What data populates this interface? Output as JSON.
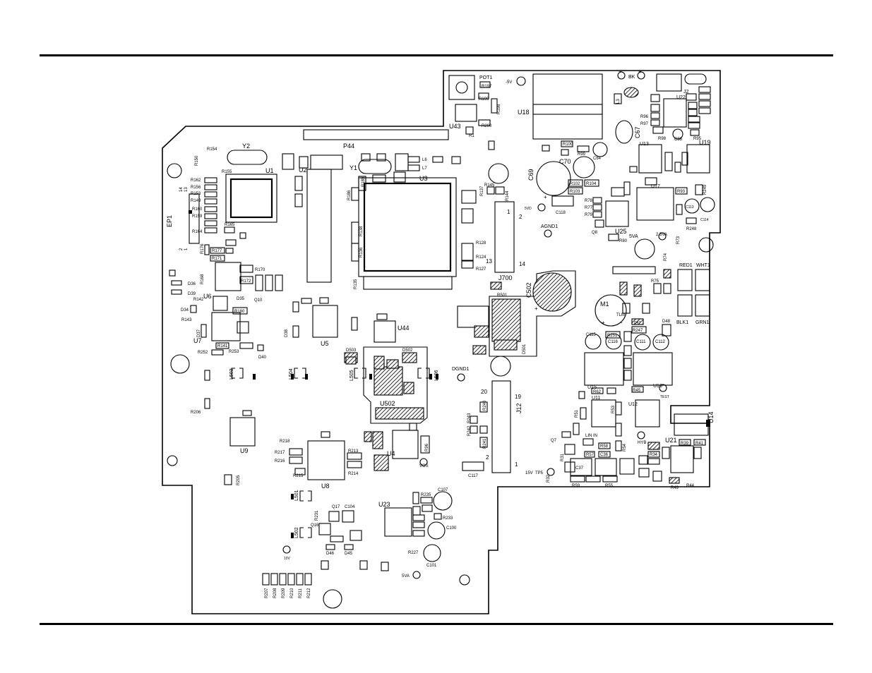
{
  "diagram": {
    "labels": {
      "u1": "U1",
      "u2": "U2",
      "u3": "U3",
      "u4": "U4",
      "u5": "U5",
      "u6": "U6",
      "u7": "U7",
      "u8": "U8",
      "u9": "U9",
      "u11": "U11",
      "u12": "U12",
      "u13": "U13",
      "u14": "U14",
      "u15": "U15",
      "u16": "U16",
      "u17": "U17",
      "u18": "U18",
      "u19": "U19",
      "u21": "U21",
      "u22": "U22",
      "u23": "U23",
      "u25": "U25",
      "u43": "U43",
      "u44": "U44",
      "u502": "U502",
      "y1": "Y1",
      "y2": "Y2",
      "p44": "P44",
      "pot1": "POT1",
      "j2": "J2",
      "j12": "J12",
      "j700": "J700",
      "ep1": "EP1",
      "c69": "C69",
      "c70": "C70",
      "c67": "C67",
      "c502": "C502",
      "agnd1": "AGND1",
      "dgnd1": "DGND1",
      "m1": "M1",
      "red1": "RED1",
      "wht1": "WHT1",
      "blk1": "BLK1",
      "grn1": "GRN1",
      "bk": "BK",
      "minus5v": "-5V",
      "v5va": "5VA",
      "v2_5va": "2.5VA",
      "v5vd": "5VD",
      "v15v": "15V",
      "tp5": "TP5",
      "v10v": "10V",
      "v5va_b": "5VA",
      "vos": "VOS",
      "hyb": "HYB",
      "lin_in": "LIN IN",
      "test": "TEST",
      "tlm": "TLM",
      "l501": "L501",
      "l502": "L502",
      "l503": "L503",
      "l504": "L504",
      "l505": "L505",
      "l506": "L506",
      "l3": "L3",
      "l6": "L6",
      "l7": "L7",
      "c118": "C118",
      "c113": "C113",
      "c114": "C114",
      "c117": "C117",
      "c107": "C107",
      "c100": "C100",
      "c101": "C101",
      "c104": "C104",
      "c115": "C115",
      "c116": "C116",
      "c111": "C111",
      "c112": "C112",
      "c37": "C37",
      "c36": "C36",
      "c64": "C64",
      "c58": "C58",
      "q7": "Q7",
      "q8": "Q8",
      "q10": "Q10",
      "q16": "Q16",
      "q17": "Q17",
      "d34": "D34",
      "d35": "D35",
      "d36": "D36",
      "d37": "D37",
      "d38": "D38",
      "d39": "D39",
      "d40": "D40",
      "d45": "D45",
      "d46": "D46",
      "d47": "D47",
      "d48": "D48",
      "d501": "D501",
      "d502": "D502",
      "d503": "D503",
      "r1": "R1",
      "r150": "R150",
      "r154": "R154",
      "r155": "R155",
      "r162": "R162",
      "r156": "R156",
      "r153": "R153",
      "r149": "R149",
      "r160": "R160",
      "r159": "R159",
      "r164": "R164",
      "r165": "R165",
      "r176": "R176",
      "r177": "R177",
      "r171": "R171",
      "r170": "R170",
      "r172": "R172",
      "r168": "R168",
      "r142": "R142",
      "r143": "R143",
      "r180": "R180",
      "r141": "R141",
      "r252": "R252",
      "r253": "R253",
      "r206": "R206",
      "r205": "R205",
      "r218": "R218",
      "r217": "R217",
      "r216": "R216",
      "r215": "R215",
      "r213": "R213",
      "r214": "R214",
      "r135": "R135",
      "r138": "R138",
      "r136": "R136",
      "r186": "R186",
      "r189": "R189",
      "r128": "R128",
      "r124": "R124",
      "r127": "R127",
      "r145": "R145",
      "r144": "R144",
      "r137": "R137",
      "r501": "R501",
      "r200": "R200",
      "r199": "R199",
      "r197": "R197",
      "r198": "R198",
      "r100": "R100",
      "r99": "R99",
      "r102": "R102",
      "r103": "R103",
      "r104": "R104",
      "r78": "R78",
      "r77": "R77",
      "r79": "R79",
      "r80": "R80",
      "r93": "R93",
      "r248": "R248",
      "r249": "R249",
      "r98": "R98",
      "r96": "R96",
      "r97": "R97",
      "r95": "R95",
      "r74": "R74",
      "r73": "R73",
      "r75": "R75",
      "r251": "R251",
      "r247": "R247",
      "r45": "R45",
      "r62": "R62",
      "r51": "R51",
      "r53": "R53",
      "r49": "R49",
      "r44": "R44",
      "r39": "R39",
      "r41": "R41",
      "r58": "R58",
      "r57": "R57",
      "r54": "R54",
      "r34": "R34",
      "r31": "R31",
      "r32": "R32",
      "r55": "R55",
      "r59": "R59",
      "r235": "R235",
      "r233": "R233",
      "r227": "R227",
      "r231": "R231",
      "r240": "R240",
      "r243": "R243",
      "r242": "R242",
      "r241": "R241",
      "r96b": "R96",
      "r207": "R207",
      "r208": "R208",
      "r209": "R209",
      "r210": "R210",
      "r211": "R211",
      "r212": "R212",
      "pin1": "1",
      "pin2": "2",
      "pin13": "13",
      "pin14": "14",
      "pin19": "19",
      "pin20": "20",
      "pin1b": "1",
      "pin2b": "2",
      "plus": "+",
      "minus": "−"
    }
  }
}
